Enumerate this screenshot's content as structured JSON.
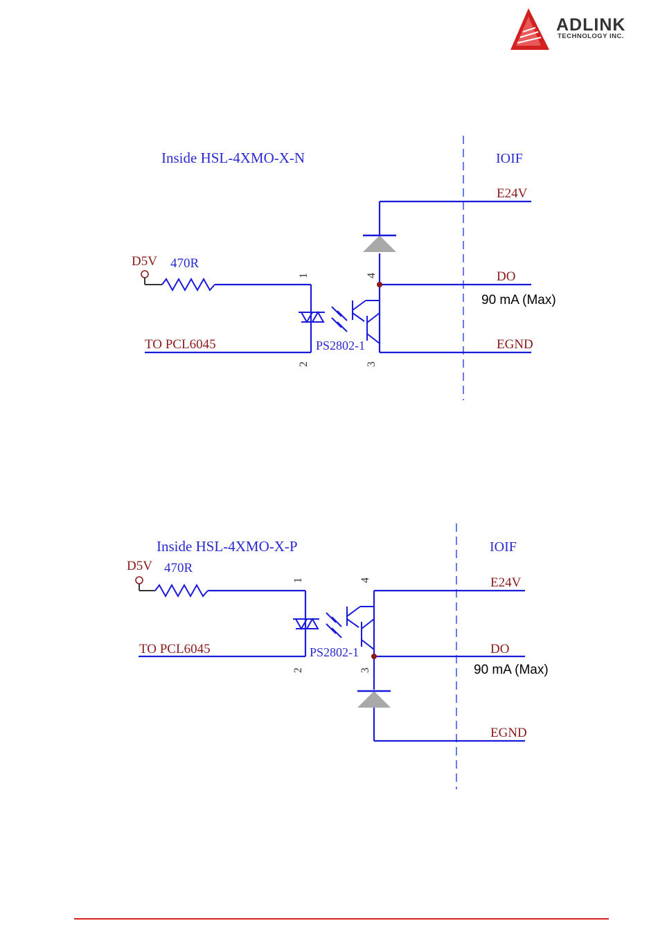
{
  "header": {
    "brand_name": "ADLINK",
    "brand_subtitle": "TECHNOLOGY INC.",
    "brand_color": "#d32020"
  },
  "diagrams": [
    {
      "title": "Inside HSL-4XMO-X-N",
      "interface_label": "IOIF",
      "supply_label": "D5V",
      "resistor_label": "470R",
      "input_label": "TO PCL6045",
      "part_label": "PS2802-1",
      "pins": [
        "1",
        "2",
        "3",
        "4"
      ],
      "outputs": [
        "E24V",
        "DO",
        "EGND"
      ],
      "current_note": "90 mA (Max)"
    },
    {
      "title": "Inside HSL-4XMO-X-P",
      "interface_label": "IOIF",
      "supply_label": "D5V",
      "resistor_label": "470R",
      "input_label": "TO PCL6045",
      "part_label": "PS2802-1",
      "pins": [
        "1",
        "2",
        "3",
        "4"
      ],
      "outputs": [
        "E24V",
        "DO",
        "EGND"
      ],
      "current_note": "90 mA (Max)"
    }
  ],
  "colors": {
    "wire": "#1a1adc",
    "label_blue": "#2a2ad0",
    "label_red": "#8b1a1a",
    "dashed": "#6a78e8",
    "diode_fill": "#a9a9a9"
  }
}
